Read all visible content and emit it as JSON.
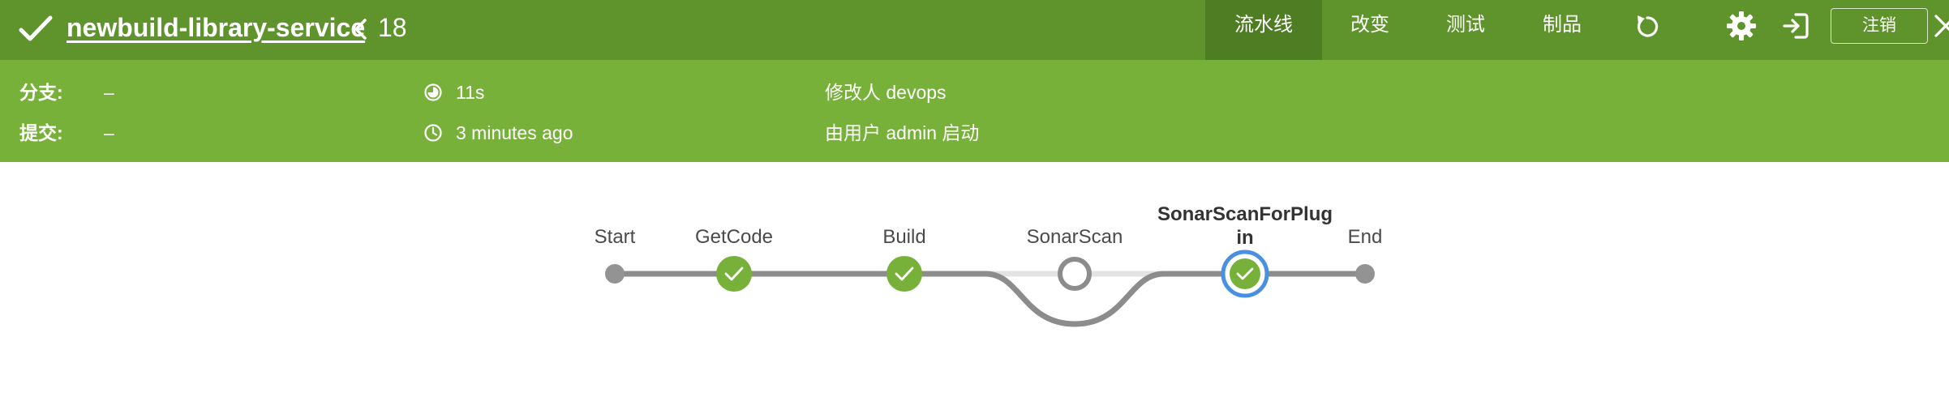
{
  "header": {
    "pipeline_name": "newbuild-library-service",
    "run_number": "18",
    "tabs": [
      {
        "label": "流水线"
      },
      {
        "label": "改变"
      },
      {
        "label": "测试"
      },
      {
        "label": "制品"
      }
    ],
    "logout_label": "注销",
    "bg_color": "#5f932c",
    "active_tab_color": "#4e7d24"
  },
  "info": {
    "branch_label": "分支:",
    "branch_value": "–",
    "commit_label": "提交:",
    "commit_value": "–",
    "duration": "11s",
    "time_ago": "3 minutes ago",
    "changed_by": "修改人 devops",
    "started_by": "由用户 admin 启动",
    "bg_color": "#78b13a"
  },
  "stages": [
    {
      "name": "Start",
      "status": "marker"
    },
    {
      "name": "GetCode",
      "status": "success"
    },
    {
      "name": "Build",
      "status": "success"
    },
    {
      "name": "SonarScan",
      "status": "not-built"
    },
    {
      "name_line1": "SonarScanForPlug",
      "name_line2": "in",
      "status": "success-selected"
    },
    {
      "name": "End",
      "status": "marker"
    }
  ],
  "colors": {
    "success": "#78b13a",
    "selected_ring": "#4a90e2",
    "line": "#8c8c8c",
    "skipped_line": "#e3e3e3",
    "marker": "#949393"
  }
}
